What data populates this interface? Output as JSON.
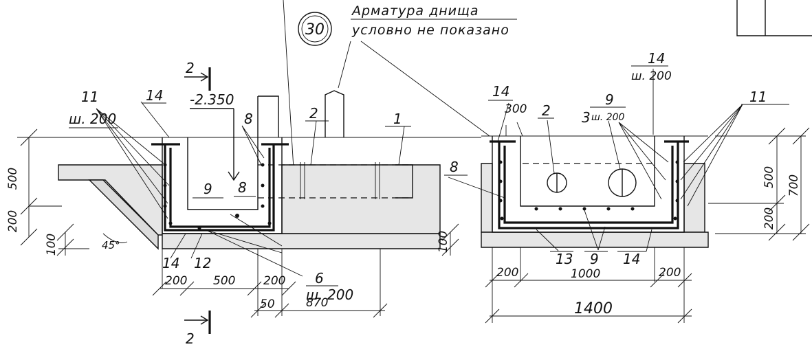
{
  "callout": {
    "number": "30"
  },
  "note": {
    "line1": "Арматура днища",
    "line2": "условно не показано"
  },
  "section_mark": {
    "top": "2",
    "bottom": "2"
  },
  "left_view": {
    "labels": {
      "bar11": "11",
      "bar11_spacing": "ш. 200",
      "bar14_top": "14",
      "level": "-2.350",
      "bar8_top": "8",
      "bar2": "2",
      "bar1": "1",
      "bar9": "9",
      "bar8_mid": "8",
      "bar14_bottom": "14",
      "bar12": "12",
      "bar6": "6",
      "bar6_spacing": "ш. 200",
      "angle": "45°"
    },
    "dims": {
      "h500": "500",
      "h200": "200",
      "h100": "100",
      "h100_right": "100",
      "w200a": "200",
      "w500": "500",
      "w200b": "200",
      "w50": "50",
      "w870": "870"
    }
  },
  "right_view": {
    "labels": {
      "bar14_top": "14",
      "bar14_spacing": "ш. 200",
      "bar14_left": "14",
      "dim300": "300",
      "bar2": "2",
      "bar3": "3",
      "bar9": "9",
      "bar9_spacing": "ш. 200",
      "bar11": "11",
      "bar8": "8",
      "bar13": "13",
      "bar9_bottom": "9",
      "bar14_bottom": "14"
    },
    "dims": {
      "h500": "500",
      "h700": "700",
      "h200": "200",
      "w200a": "200",
      "w1000": "1000",
      "w200b": "200",
      "w1400": "1400"
    }
  }
}
